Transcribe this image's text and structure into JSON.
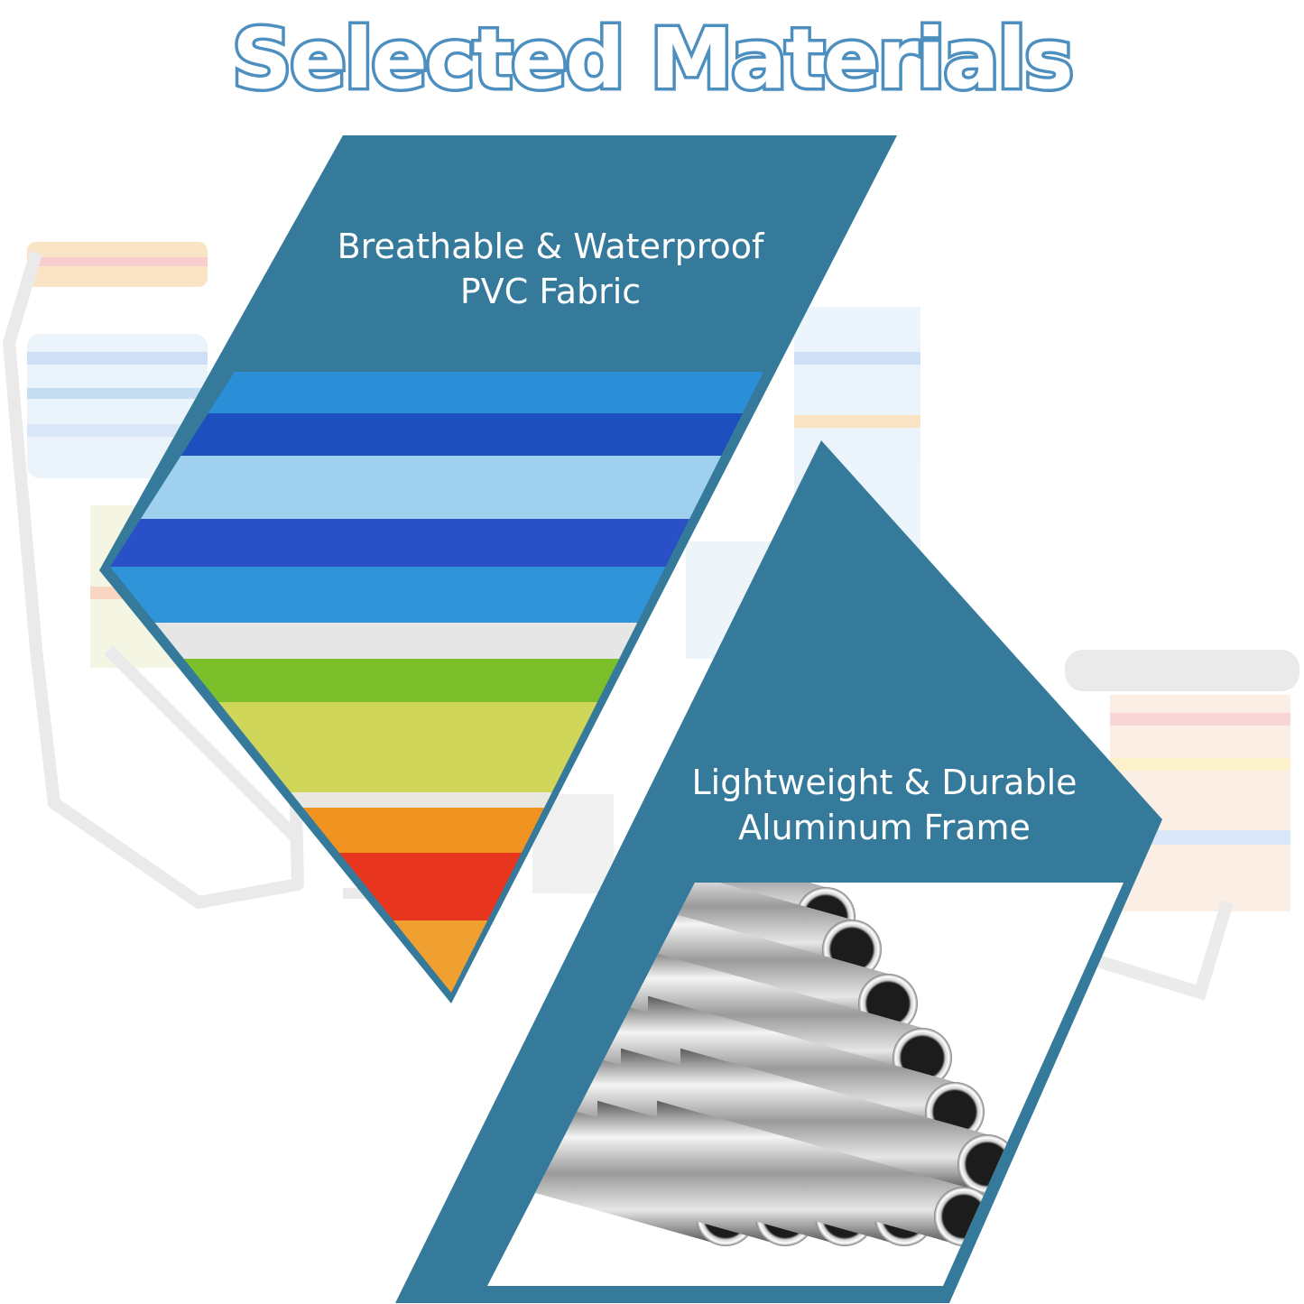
{
  "headline": "Selected Materials",
  "features": [
    {
      "line1": "Breathable & Waterproof",
      "line2": "PVC Fabric"
    },
    {
      "line1": "Lightweight & Durable",
      "line2": "Aluminum Frame"
    }
  ],
  "colors": {
    "panel": "#357a9a",
    "headline_outline": "#4d8fbf",
    "headline_fill": "#ffffff"
  },
  "images": {
    "background": "faded-striped-beach-chairs",
    "fabric": "striped-fabric-swatch",
    "frame": "aluminum-tubes-stack"
  },
  "fabric_stripes": [
    "#2a8fd6",
    "#1e4fbf",
    "#9fd0ee",
    "#2a50c8",
    "#2f95d8",
    "#e6e6e6",
    "#7bbf2a",
    "#cfd65a",
    "#f09320",
    "#e8361e"
  ]
}
